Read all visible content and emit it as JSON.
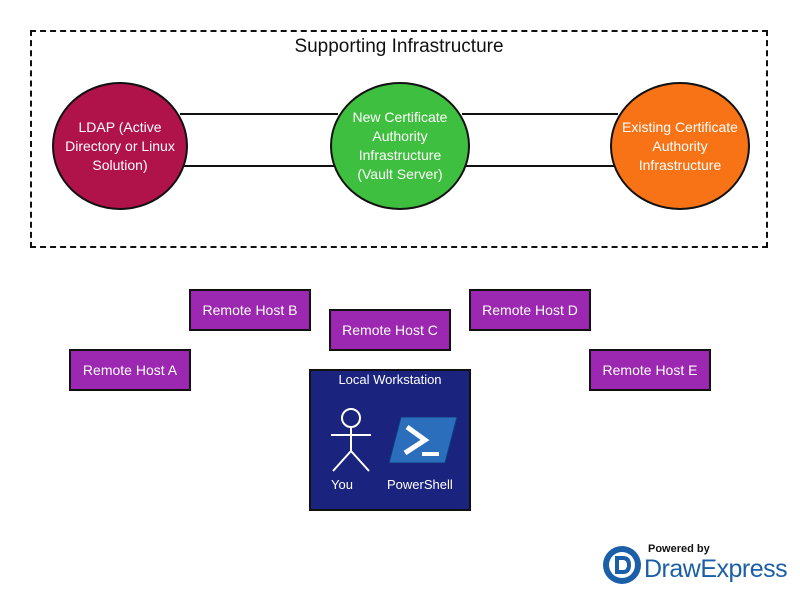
{
  "group": {
    "title": "Supporting Infrastructure"
  },
  "nodes": {
    "ldap": {
      "label": "LDAP (Active Directory or Linux Solution)",
      "color": "#b0124a"
    },
    "vault": {
      "label": "New Certificate Authority Infrastructure (Vault Server)",
      "color": "#3fbf3f"
    },
    "existing": {
      "label": "Existing Certificate Authority Infrastructure",
      "color": "#f77316"
    }
  },
  "hosts": [
    {
      "id": "a",
      "label": "Remote Host A"
    },
    {
      "id": "b",
      "label": "Remote Host B"
    },
    {
      "id": "c",
      "label": "Remote Host C"
    },
    {
      "id": "d",
      "label": "Remote Host D"
    },
    {
      "id": "e",
      "label": "Remote Host E"
    }
  ],
  "host_color": "#9c27b0",
  "workstation": {
    "title": "Local Workstation",
    "you_label": "You",
    "powershell_label": "PowerShell",
    "color": "#1a237e"
  },
  "branding": {
    "powered_by": "Powered by",
    "name": "DrawExpress"
  }
}
